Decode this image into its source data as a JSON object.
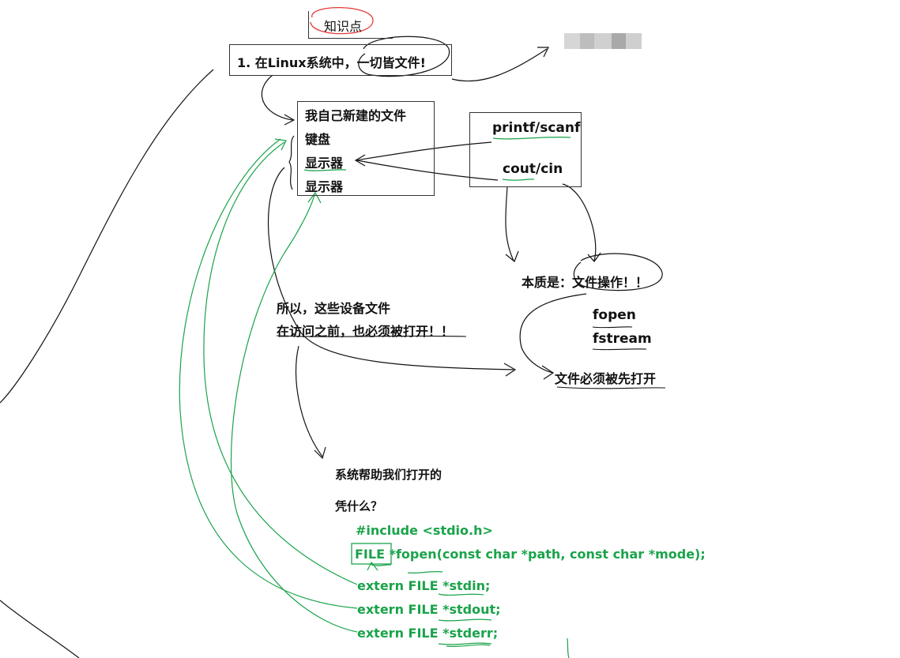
{
  "header": {
    "knowledge_label": "知识点",
    "point_1": "1. 在Linux系统中，一切皆文件!"
  },
  "files_box": {
    "items": [
      "我自己新建的文件",
      "键盘",
      "显示器",
      "显示器"
    ]
  },
  "io_box": {
    "line_1": "printf/scanf",
    "line_2": "cout/cin"
  },
  "essence": "本质是：文件操作！！",
  "file_funcs": [
    "fopen",
    "fstream"
  ],
  "must_open_first": "文件必须被先打开",
  "devices_note": {
    "line_1": "所以，这些设备文件",
    "line_2": "在访问之前，也必须被打开！！"
  },
  "system_opens": "系统帮助我们打开的",
  "based_on_what": "凭什么？",
  "code": {
    "include": "#include <stdio.h>",
    "fopen_sig_prefix": "FILE *",
    "fopen_sig_rest": "fopen(const char *path, const char *mode);",
    "stdin": "extern FILE *stdin;",
    "stdout": "extern FILE *stdout;",
    "stderr": "extern FILE *stderr;"
  },
  "colors": {
    "green": "#1aa34a",
    "red": "#e23b3b",
    "ink": "#111111"
  }
}
